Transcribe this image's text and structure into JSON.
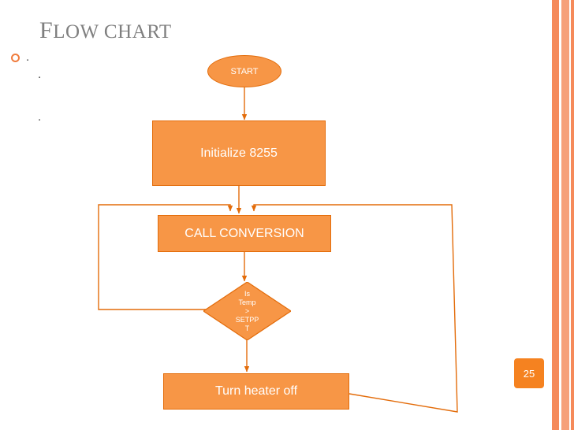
{
  "slide": {
    "title_first_letter": "F",
    "title_rest": "LOW CHART",
    "page_number": "25",
    "bullet_marks": [
      ".",
      ".",
      "."
    ]
  },
  "colors": {
    "node_fill": "#f79646",
    "node_border": "#e36c0a",
    "connector": "#e36c0a",
    "accent_badge": "#f58220",
    "title_text": "#7f7f7f",
    "stripe_dark": "#f58a5a",
    "stripe_light": "#f6a07a"
  },
  "chart_data": {
    "type": "flowchart",
    "title": "Flow chart",
    "nodes": [
      {
        "id": "start",
        "shape": "ellipse",
        "label": "START"
      },
      {
        "id": "init",
        "shape": "rectangle",
        "label": "Initialize 8255"
      },
      {
        "id": "call",
        "shape": "rectangle",
        "label": "CALL CONVERSION"
      },
      {
        "id": "decision",
        "shape": "diamond",
        "label_lines": [
          "Is",
          "Temp",
          ">",
          "SETPP",
          "T"
        ]
      },
      {
        "id": "heater",
        "shape": "rectangle",
        "label": "Turn heater off"
      }
    ],
    "edges": [
      {
        "from": "start",
        "to": "init"
      },
      {
        "from": "init",
        "to": "call"
      },
      {
        "from": "call",
        "to": "decision"
      },
      {
        "from": "decision",
        "to": "heater"
      },
      {
        "from": "heater",
        "to": "call",
        "route": "right-loop"
      },
      {
        "from": "decision",
        "to": "call",
        "route": "left-loop"
      }
    ]
  }
}
